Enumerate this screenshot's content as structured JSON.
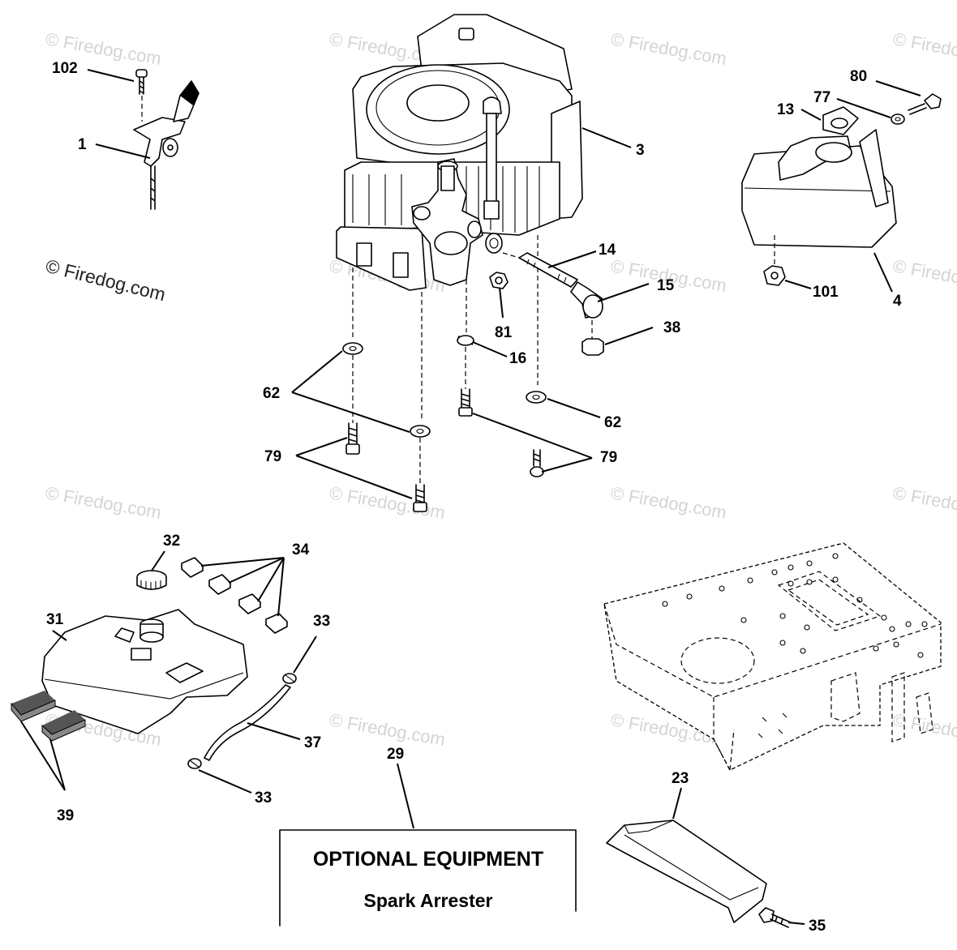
{
  "watermark": {
    "main": "© Firedog.com",
    "repeat": "© Firedog.com"
  },
  "callouts": {
    "c102": "102",
    "c1": "1",
    "c3": "3",
    "c80": "80",
    "c77": "77",
    "c13": "13",
    "c14": "14",
    "c15": "15",
    "c81": "81",
    "c16": "16",
    "c38": "38",
    "c101": "101",
    "c4": "4",
    "c62a": "62",
    "c62b": "62",
    "c79a": "79",
    "c79b": "79",
    "c32": "32",
    "c34": "34",
    "c31": "31",
    "c33a": "33",
    "c33b": "33",
    "c37": "37",
    "c39": "39",
    "c29": "29",
    "c23": "23",
    "c35": "35"
  },
  "optional_box": {
    "title": "OPTIONAL EQUIPMENT",
    "subtitle": "Spark Arrester"
  }
}
